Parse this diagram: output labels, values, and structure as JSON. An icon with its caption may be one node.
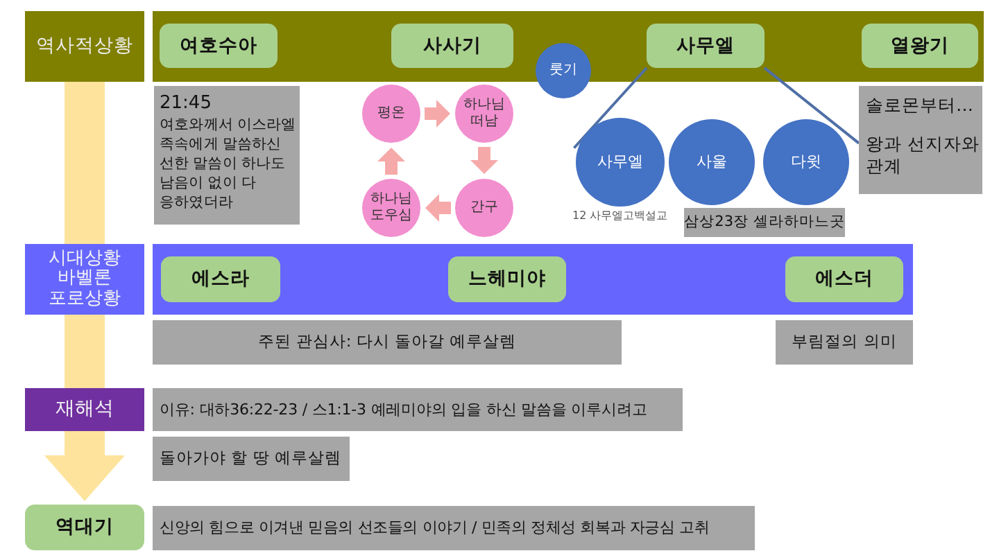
{
  "diagram": {
    "nodes": [
      {
        "text": [
          "역사적상황"
        ]
      },
      {
        "text": [],
        "shape": "bar"
      },
      {
        "text": [
          "여호수아"
        ],
        "in": 1
      },
      {
        "text": [
          "사사기"
        ],
        "in": 1
      },
      {
        "text": [
          "룻기"
        ]
      },
      {
        "text": [
          "사무엘"
        ],
        "in": 1
      },
      {
        "text": [
          "열왕기"
        ],
        "in": 1
      },
      {
        "text": [
          "21:45",
          "여호와께서 이스라엘 족속에게 말씀하신 선한 말씀이 하나도 남음이 없이 다 응하였더라"
        ]
      },
      {
        "text": [
          "평온"
        ]
      },
      {
        "text": [
          "하나님 떠남"
        ]
      },
      {
        "text": [
          "간구"
        ]
      },
      {
        "text": [
          "하나님 도우심"
        ]
      },
      {
        "text": [
          "사무엘"
        ],
        "beside": [
          "12 사무엘고백설교"
        ]
      },
      {
        "text": [
          "사울"
        ]
      },
      {
        "text": [
          "다윗"
        ]
      },
      {
        "text": [
          "삼상23장 셀라하마느곳"
        ]
      },
      {
        "text": [
          "솔로몬부터…",
          "왕과 선지자와 관계"
        ]
      },
      {
        "text": [
          "시대상황 바벨론 포로상황"
        ]
      },
      {
        "text": [],
        "shape": "bar"
      },
      {
        "text": [
          "에스라"
        ],
        "in": 18
      },
      {
        "text": [
          "느헤미야"
        ],
        "in": 18
      },
      {
        "text": [
          "에스더"
        ],
        "in": 18
      },
      {
        "text": [
          "주된 관심사: 다시 돌아갈 예루살렘"
        ]
      },
      {
        "text": [
          "부림절의 의미"
        ]
      },
      {
        "text": [
          "재해석"
        ]
      },
      {
        "text": [
          "이유: 대하36:22-23 / 스1:1-3 예레미야의 입을 하신 말씀을 이루시려고"
        ]
      },
      {
        "text": [
          "돌아가야 할 땅 예루살렘"
        ]
      },
      {
        "text": [
          "역대기"
        ]
      },
      {
        "text": [
          "신앙의 힘으로 이겨낸 믿음의 선조들의 이야기 / 민족의 정체성 회복과 자긍심 고취"
        ]
      }
    ],
    "edges": [
      {
        "from": 0,
        "to": 17,
        "arrow": "none",
        "style": "thick",
        "color": "#fde39c"
      },
      {
        "from": 17,
        "to": 24,
        "arrow": "none",
        "style": "thick",
        "color": "#fde39c"
      },
      {
        "from": 24,
        "to": 27,
        "arrow": "to",
        "style": "thick",
        "color": "#fde39c"
      },
      {
        "from": 8,
        "to": 9,
        "arrow": "to",
        "color": "#f6a9a9"
      },
      {
        "from": 9,
        "to": 10,
        "arrow": "to",
        "color": "#f6a9a9"
      },
      {
        "from": 10,
        "to": 11,
        "arrow": "to",
        "color": "#f6a9a9"
      },
      {
        "from": 11,
        "to": 8,
        "arrow": "to",
        "color": "#f6a9a9"
      },
      {
        "from": 5,
        "to": 12,
        "arrow": "none",
        "color": "#4f6fa6"
      },
      {
        "from": 5,
        "to": 16,
        "arrow": "none",
        "color": "#4f6fa6"
      }
    ]
  }
}
